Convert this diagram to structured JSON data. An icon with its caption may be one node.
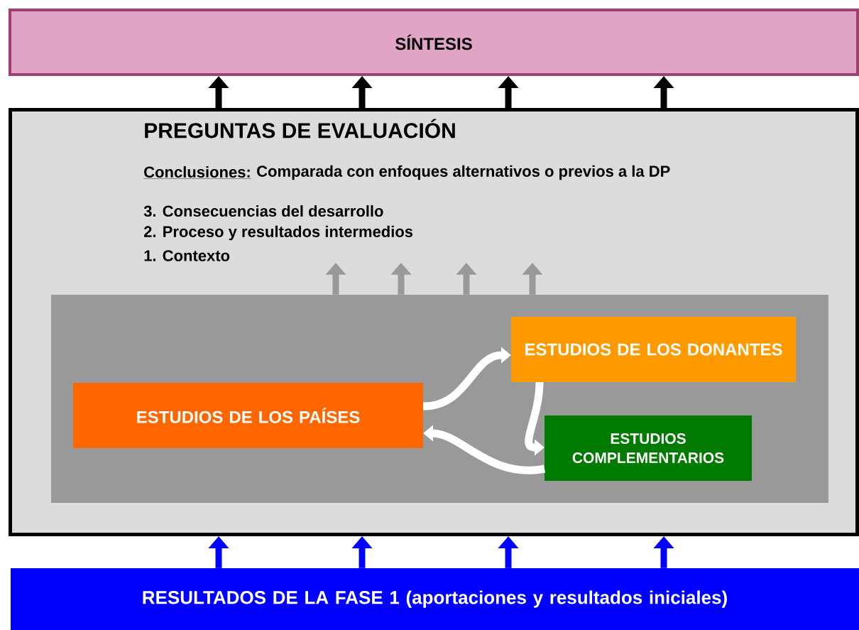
{
  "diagram": {
    "nodes": [
      {
        "text": [
          "SÍNTESIS"
        ]
      },
      {
        "text": [
          "PREGUNTAS DE EVALUACIÓN",
          "Conclusiones:",
          "Comparada con enfoques alternativos o previos a la DP",
          "3. Consecuencias del desarrollo",
          "2. Proceso y resultados intermedios",
          "1. Contexto"
        ]
      },
      {
        "text": [],
        "shape": "box",
        "in": 1
      },
      {
        "text": [
          "ESTUDIOS DE LOS DONANTES"
        ],
        "in": 2
      },
      {
        "text": [
          "ESTUDIOS DE LOS PAÍSES"
        ],
        "in": 2
      },
      {
        "text": [
          "ESTUDIOS COMPLEMENTARIOS"
        ],
        "in": 2
      },
      {
        "text": [
          "RESULTADOS DE LA FASE 1 (aportaciones y resultados iniciales)"
        ]
      }
    ],
    "edges": [
      {
        "from": 1,
        "to": 0,
        "arrow": "to"
      },
      {
        "from": 1,
        "to": 0,
        "arrow": "to"
      },
      {
        "from": 1,
        "to": 0,
        "arrow": "to"
      },
      {
        "from": 1,
        "to": 0,
        "arrow": "to"
      },
      {
        "from": 6,
        "to": 1,
        "arrow": "to",
        "color": "#0000ff"
      },
      {
        "from": 6,
        "to": 1,
        "arrow": "to",
        "color": "#0000ff"
      },
      {
        "from": 6,
        "to": 1,
        "arrow": "to",
        "color": "#0000ff"
      },
      {
        "from": 6,
        "to": 1,
        "arrow": "to",
        "color": "#0000ff"
      },
      {
        "from": 2,
        "to": null,
        "arrow": "to",
        "color": "#999999"
      },
      {
        "from": 2,
        "to": null,
        "arrow": "to",
        "color": "#999999"
      },
      {
        "from": 2,
        "to": null,
        "arrow": "to",
        "color": "#999999"
      },
      {
        "from": 2,
        "to": null,
        "arrow": "to",
        "color": "#999999"
      },
      {
        "from": 4,
        "to": 3,
        "arrow": "to",
        "color": "#ffffff"
      },
      {
        "from": 3,
        "to": 5,
        "arrow": "to",
        "color": "#ffffff"
      },
      {
        "from": 5,
        "to": 4,
        "arrow": "to",
        "color": "#ffffff"
      }
    ]
  }
}
